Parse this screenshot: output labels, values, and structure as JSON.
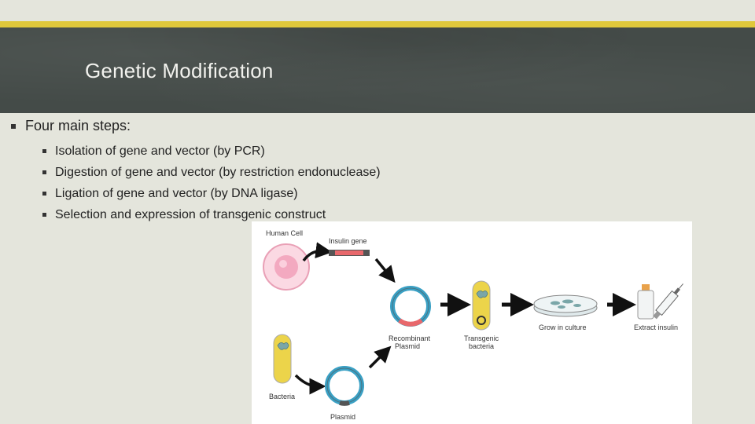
{
  "slide": {
    "title": "Genetic Modification",
    "main_bullet": "Four main steps:",
    "sub_bullets": [
      "Isolation of gene and vector (by PCR)",
      "Digestion of gene and vector (by restriction endonuclease)",
      "Ligation of gene and vector (by DNA ligase)",
      "Selection and expression of transgenic construct"
    ]
  },
  "figure": {
    "labels": {
      "human_cell": "Human Cell",
      "insulin_gene": "Insulin gene",
      "recombinant_1": "Recombinant",
      "recombinant_2": "Plasmid",
      "transgenic_1": "Transgenic",
      "transgenic_2": "bacteria",
      "grow": "Grow in culture",
      "extract": "Extract insulin",
      "bacteria": "Bacteria",
      "plasmid": "Plasmid"
    }
  },
  "colors": {
    "accent_stripe": "#e0c83b",
    "title_band": "#444b48",
    "background": "#e4e5dc",
    "plasmid": "#3aa0c4",
    "insulin": "#e8686c",
    "bacteria": "#ecd44a",
    "cell": "#f4b8c8"
  }
}
